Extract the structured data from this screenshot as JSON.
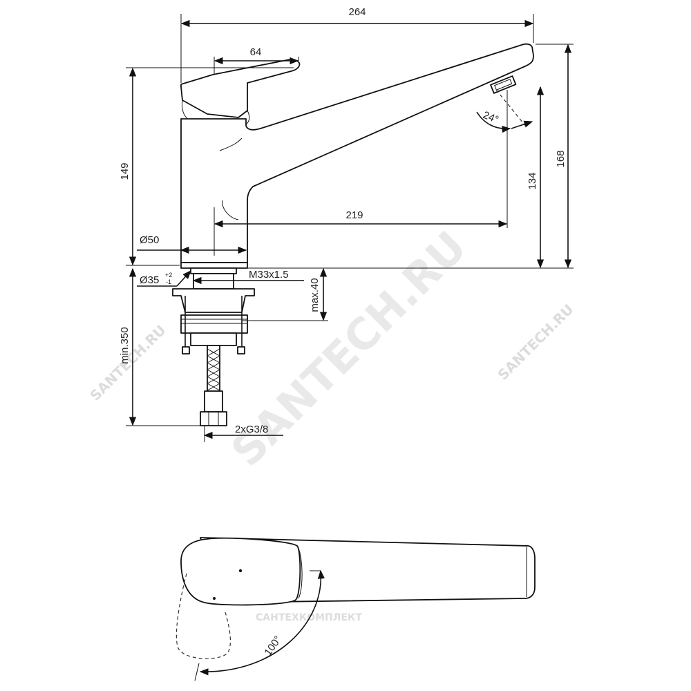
{
  "dimensions": {
    "overall_length": "264",
    "lever_length": "64",
    "total_height": "149",
    "spout_height_top": "168",
    "spout_outlet_height": "134",
    "spout_reach": "219",
    "body_diameter": "Ø50",
    "hole_diameter": "Ø35",
    "hole_tolerance_plus": "+2",
    "hole_tolerance_minus": "-1",
    "thread": "M33x1.5",
    "max_deck_thickness": "max.40",
    "min_hose_length": "min.350",
    "connections": "2xG3/8",
    "aerator_angle": "24°",
    "lever_rotation": "100°"
  },
  "watermarks": {
    "main": "SANTECH.RU",
    "left": "SANTECH.RU",
    "right": "SANTECH.RU",
    "brand": "САНТЕХКОМПЛЕКТ"
  }
}
